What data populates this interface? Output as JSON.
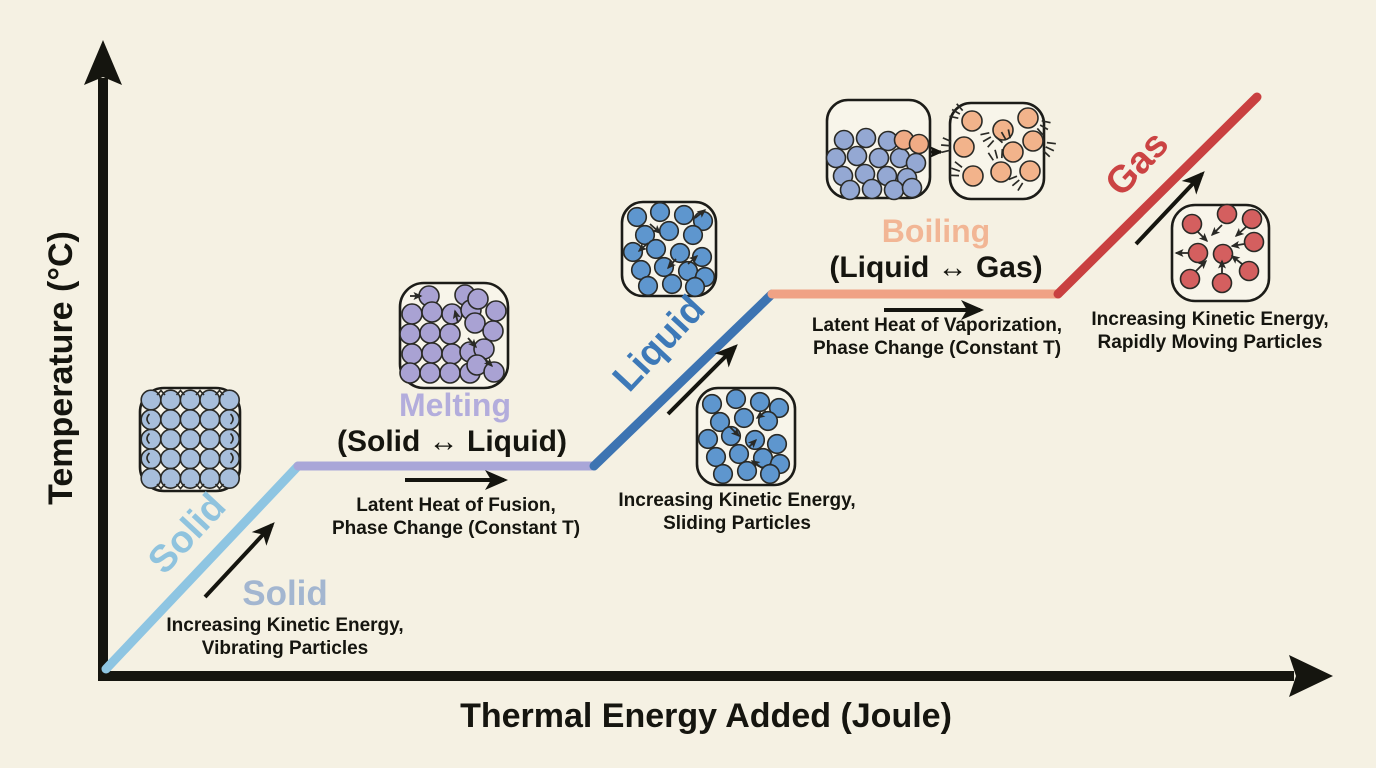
{
  "background_color": "#f5f1e3",
  "ink_color": "#15150f",
  "axes": {
    "y_label": "Temperature (°C)",
    "x_label": "Thermal Energy Added (Joule)"
  },
  "stages": {
    "solid": {
      "curve_label": "Solid",
      "heading": "Solid",
      "desc1": "Increasing Kinetic Energy,",
      "desc2": "Vibrating Particles",
      "line_color": "#8ec5e2",
      "label_color": "#8fc3de",
      "heading_color": "#a3b6d0"
    },
    "melting": {
      "heading": "Melting",
      "subheading": "(Solid ↔ Liquid)",
      "desc1": "Latent Heat of Fusion,",
      "desc2": "Phase Change (Constant T)",
      "line_color": "#a9a6d8",
      "heading_color": "#b3addc"
    },
    "liquid": {
      "curve_label": "Liquid",
      "desc1": "Increasing Kinetic Energy,",
      "desc2": "Sliding Particles",
      "line_color": "#3d74b2",
      "label_color": "#3d79b8"
    },
    "boiling": {
      "heading": "Boiling",
      "subheading": "(Liquid ↔ Gas)",
      "desc1": "Latent Heat of Vaporization,",
      "desc2": "Phase Change (Constant T)",
      "line_color": "#f0a285",
      "heading_color": "#f2b695"
    },
    "gas": {
      "curve_label": "Gas",
      "desc1": "Increasing Kinetic Energy,",
      "desc2": "Rapidly Moving Particles",
      "line_color": "#c94040",
      "label_color": "#cb4343"
    }
  },
  "curve": {
    "segments": [
      {
        "phase": "Solid",
        "kind": "rising"
      },
      {
        "phase": "Melting",
        "kind": "plateau"
      },
      {
        "phase": "Liquid",
        "kind": "rising"
      },
      {
        "phase": "Boiling",
        "kind": "plateau"
      },
      {
        "phase": "Gas",
        "kind": "rising"
      }
    ]
  },
  "particle_boxes": [
    {
      "name": "solid-particles-icon",
      "depicts": "tightly packed vibrating particles",
      "color": "#a7bedb"
    },
    {
      "name": "melting-particles-icon",
      "depicts": "packed particles beginning to break free",
      "color": "#a9a2d3"
    },
    {
      "name": "liquid-particles-top-icon",
      "depicts": "loosely arranged sliding particles",
      "color": "#5e96ce"
    },
    {
      "name": "liquid-particles-lower-icon",
      "depicts": "loosely arranged sliding particles",
      "color": "#5e96ce"
    },
    {
      "name": "boiling-liquid-box-icon",
      "depicts": "liquid particles with escaping gas particles",
      "colors": [
        "#94a8d3",
        "#f0ab85"
      ]
    },
    {
      "name": "boiling-gas-box-icon",
      "depicts": "free gas particles with motion trails",
      "color": "#f2b38b"
    },
    {
      "name": "gas-particles-icon",
      "depicts": "rapidly moving gas particles",
      "color": "#d45f5f"
    }
  ]
}
